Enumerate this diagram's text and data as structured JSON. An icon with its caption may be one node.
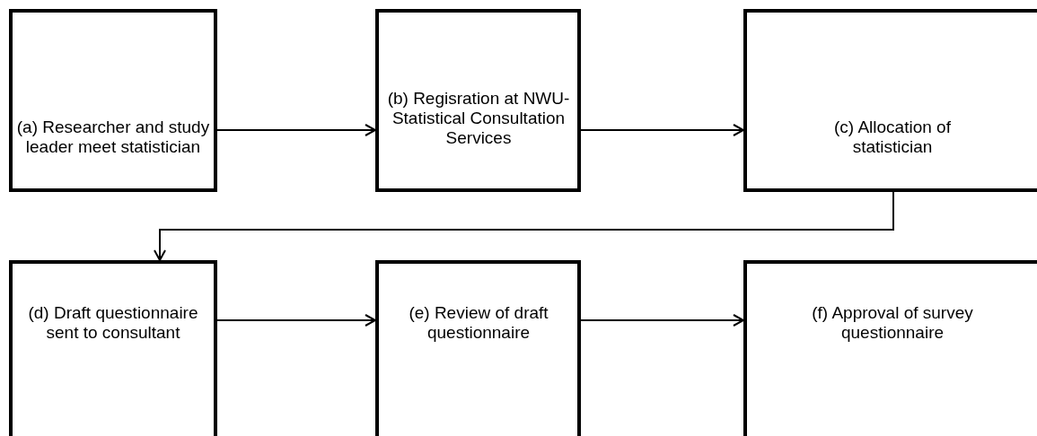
{
  "diagram": {
    "nodes": [
      {
        "text": [
          "(a) Researcher and study leader meet statistician"
        ]
      },
      {
        "text": [
          "(b) Regisration at NWU-Statistical Consultation Services"
        ]
      },
      {
        "text": [
          "(c) Allocation of statistician"
        ]
      },
      {
        "text": [
          "(d) Draft questionnaire sent to consultant"
        ]
      },
      {
        "text": [
          "(e) Review of draft questionnaire"
        ]
      },
      {
        "text": [
          "(f) Approval of survey questionnaire"
        ]
      }
    ],
    "edges": [
      {
        "from": 0,
        "to": 1,
        "arrow": "to"
      },
      {
        "from": 1,
        "to": 2,
        "arrow": "to"
      },
      {
        "from": 2,
        "to": 3,
        "arrow": "to"
      },
      {
        "from": 3,
        "to": 4,
        "arrow": "to"
      },
      {
        "from": 4,
        "to": 5,
        "arrow": "to"
      }
    ]
  }
}
